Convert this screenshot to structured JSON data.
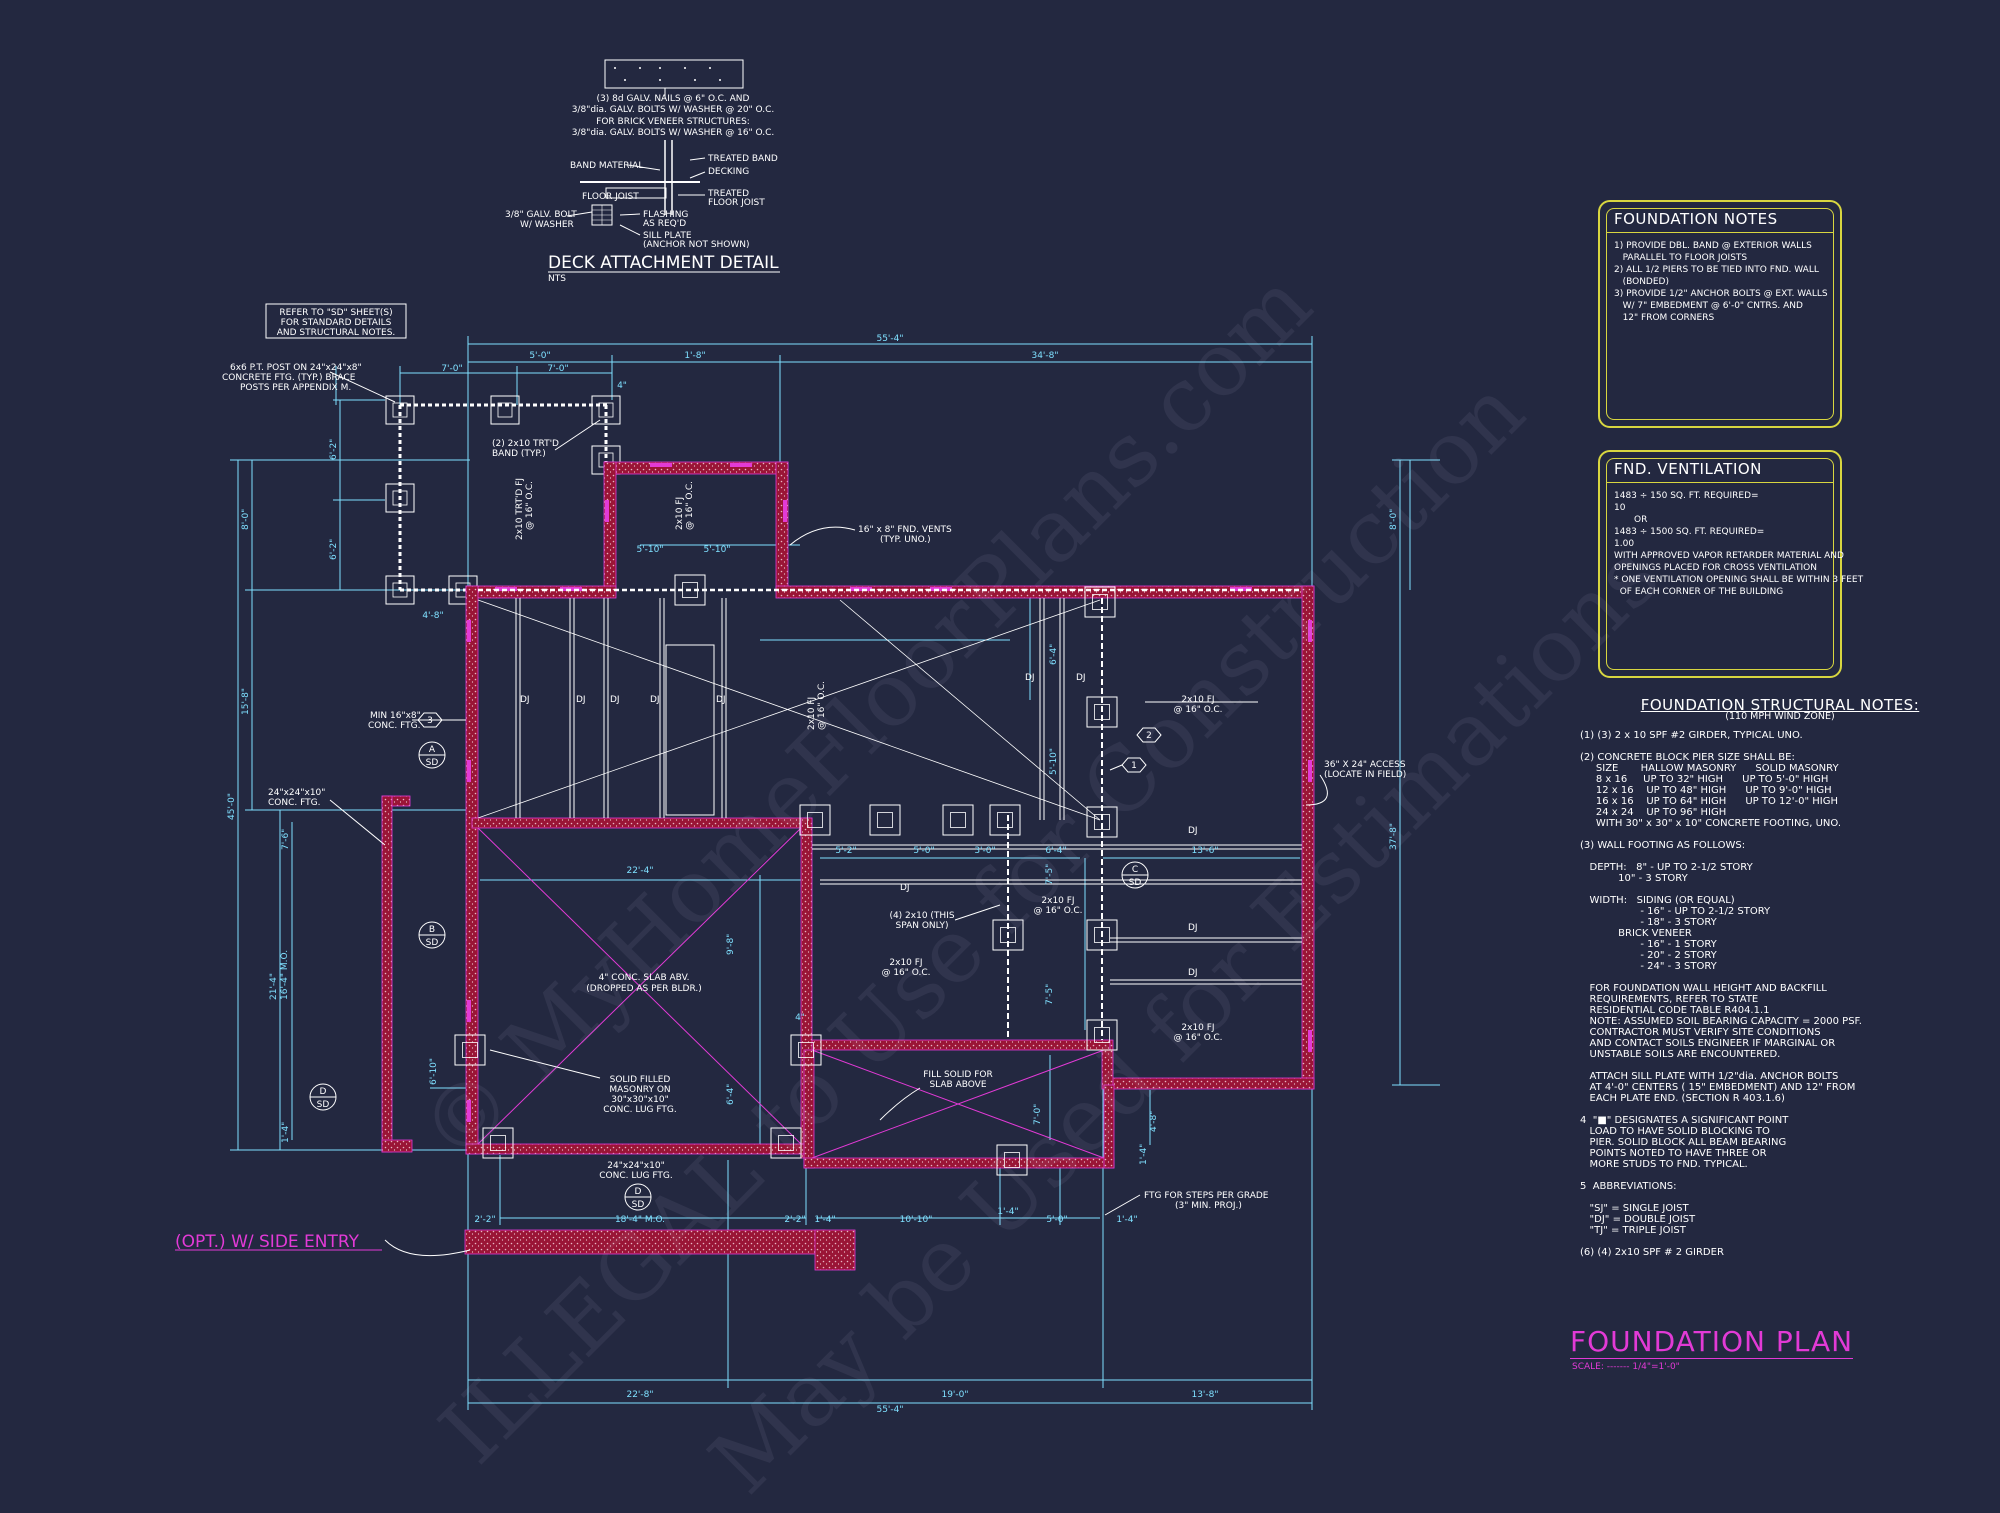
{
  "colors": {
    "background": "#232840",
    "wall": "#b0173c",
    "dimension": "#7fe0ff",
    "accent_magenta": "#e23ad6",
    "panel_border": "#d8d640",
    "line": "#ffffff"
  },
  "deck_detail": {
    "title": "DECK ATTACHMENT DETAIL",
    "scale": "NTS",
    "notes": [
      "(3) 8d GALV. NAILS @ 6\" O.C. AND",
      "3/8\"dia. GALV. BOLTS W/ WASHER @ 20\" O.C.",
      "FOR BRICK VENEER STRUCTURES:",
      "3/8\"dia. GALV. BOLTS W/ WASHER @ 16\" O.C."
    ],
    "labels": {
      "band_material": "BAND MATERIAL",
      "floor_joist": "FLOOR JOIST",
      "bolt": "3/8\" GALV. BOLT",
      "washer": "W/ WASHER",
      "treated_band": "TREATED BAND",
      "decking": "DECKING",
      "treated": "TREATED",
      "treated_joist": "FLOOR JOIST",
      "flashing": "FLASHING",
      "as_reqd": "AS REQ'D",
      "sill_plate": "SILL PLATE",
      "anchor": "(ANCHOR NOT SHOWN)"
    }
  },
  "plan_notes": {
    "refer_1": "REFER TO \"SD\" SHEET(S)",
    "refer_2": "FOR STANDARD DETAILS",
    "refer_3": "AND STRUCTURAL NOTES.",
    "post_1": "6x6 P.T. POST ON 24\"x24\"x8\"",
    "post_2": "CONCRETE FTG. (TYP.) BRACE",
    "post_3": "POSTS PER APPENDIX M.",
    "band_1": "(2) 2x10 TRT'D",
    "band_2": "BAND (TYP.)",
    "vents_1": "16\" x 8\" FND. VENTS",
    "vents_2": "(TYP. UNO.)",
    "ftg16_1": "MIN 16\"x8\"",
    "ftg16_2": "CONC. FTG.",
    "ftg24_1": "24\"x24\"x10\"",
    "ftg24_2": "CONC. FTG.",
    "slab_1": "4\" CONC. SLAB ABV.",
    "slab_2": "(DROPPED AS PER BLDR.)",
    "solid_1": "SOLID FILLED",
    "solid_2": "MASONRY ON",
    "solid_3": "30\"x30\"x10\"",
    "solid_4": "CONC. LUG FTG.",
    "lug_1": "24\"x24\"x10\"",
    "lug_2": "CONC. LUG FTG.",
    "fill_1": "FILL SOLID FOR",
    "fill_2": "SLAB ABOVE",
    "steps_1": "FTG FOR STEPS PER GRADE",
    "steps_2": "(3\" MIN. PROJ.)",
    "access_1": "36\" X 24\" ACCESS",
    "access_2": "(LOCATE IN FIELD)",
    "this_span_1": "(4) 2x10 (THIS",
    "this_span_2": "SPAN ONLY)",
    "fj_1": "2x10 FJ",
    "fj_2": "@ 16\" O.C.",
    "trtd_fj": "2x10 TRT'D FJ",
    "trtd_fj_2": "@ 16\" O.C.",
    "side_entry": "(OPT.) W/ SIDE ENTRY",
    "dj": "DJ",
    "mo_1": "18'-4\" M.O.",
    "mo_2": "16'-4\" M.O."
  },
  "dimensions": {
    "overall": "55'-4\"",
    "d_5_0": "5'-0\"",
    "d_1_8": "1'-8\"",
    "d_34_8": "34'-8\"",
    "d_7_0": "7'-0\"",
    "d_4": "4\"",
    "d_6_2": "6'-2\"",
    "d_8_0": "8'-0\"",
    "d_4_8": "4'-8\"",
    "d_5_10": "5'-10\"",
    "d_15_8": "15'-8\"",
    "d_45_0": "45'-0\"",
    "d_37_8": "37'-8\"",
    "d_21_4": "21'-4\"",
    "d_7_6": "7'-6\"",
    "d_22_4": "22'-4\"",
    "d_5_2": "5'-2\"",
    "d_3_0": "3'-0\"",
    "d_6_4": "6'-4\"",
    "d_13_6": "13'-6\"",
    "d_7_5": "7'-5\"",
    "d_6_10": "6'-10\"",
    "d_2_2": "2'-2\"",
    "d_10_10": "10'-10\"",
    "d_1_4": "1'-4\"",
    "d_22_8": "22'-8\"",
    "d_19_0": "19'-0\"",
    "d_13_8": "13'-8\"",
    "d_9_8": "9'-8\""
  },
  "section_markers": [
    {
      "letter": "A",
      "sheet": "SD"
    },
    {
      "letter": "B",
      "sheet": "SD"
    },
    {
      "letter": "C",
      "sheet": "SD"
    },
    {
      "letter": "D",
      "sheet": "SD"
    },
    {
      "letter": "D",
      "sheet": "SD"
    }
  ],
  "callouts": [
    "1",
    "2",
    "3"
  ],
  "foundation_notes": {
    "title": "FOUNDATION NOTES",
    "lines": [
      "1) PROVIDE DBL. BAND @ EXTERIOR WALLS",
      "   PARALLEL TO FLOOR JOISTS",
      "2) ALL 1/2 PIERS TO BE TIED INTO FND. WALL",
      "   (BONDED)",
      "3) PROVIDE 1/2\" ANCHOR BOLTS @ EXT. WALLS",
      "   W/ 7\" EMBEDMENT @ 6'-0\" CNTRS. AND",
      "   12\" FROM CORNERS"
    ]
  },
  "fnd_ventilation": {
    "title": "FND. VENTILATION",
    "lines": [
      "1483 ÷ 150 SQ. FT. REQUIRED=",
      "10",
      "       OR",
      "1483 ÷ 1500 SQ. FT. REQUIRED=",
      "1.00",
      "WITH APPROVED VAPOR RETARDER MATERIAL AND",
      "OPENINGS PLACED FOR CROSS VENTILATION",
      "",
      "* ONE VENTILATION OPENING SHALL BE WITHIN 3 FEET",
      "  OF EACH CORNER OF THE BUILDING"
    ]
  },
  "structural_notes": {
    "title": "FOUNDATION STRUCTURAL NOTES:",
    "subtitle": "(110 MPH WIND ZONE)",
    "lines": [
      "(1) (3) 2 x 10 SPF #2 GIRDER, TYPICAL UNO.",
      "",
      "(2) CONCRETE BLOCK PIER SIZE SHALL BE:",
      "     SIZE       HALLOW MASONRY      SOLID MASONRY",
      "     8 x 16     UP TO 32\" HIGH      UP TO 5'-0\" HIGH",
      "     12 x 16    UP TO 48\" HIGH      UP TO 9'-0\" HIGH",
      "     16 x 16    UP TO 64\" HIGH      UP TO 12'-0\" HIGH",
      "     24 x 24    UP TO 96\" HIGH",
      "     WITH 30\" x 30\" x 10\" CONCRETE FOOTING, UNO.",
      "",
      "(3) WALL FOOTING AS FOLLOWS:",
      "",
      "   DEPTH:   8\" - UP TO 2-1/2 STORY",
      "            10\" - 3 STORY",
      "",
      "   WIDTH:   SIDING (OR EQUAL)",
      "                   - 16\" - UP TO 2-1/2 STORY",
      "                   - 18\" - 3 STORY",
      "            BRICK VENEER",
      "                   - 16\" - 1 STORY",
      "                   - 20\" - 2 STORY",
      "                   - 24\" - 3 STORY",
      "",
      "   FOR FOUNDATION WALL HEIGHT AND BACKFILL",
      "   REQUIREMENTS, REFER TO STATE",
      "   RESIDENTIAL CODE TABLE R404.1.1",
      "   NOTE: ASSUMED SOIL BEARING CAPACITY = 2000 PSF.",
      "   CONTRACTOR MUST VERIFY SITE CONDITIONS",
      "   AND CONTACT SOILS ENGINEER IF MARGINAL OR",
      "   UNSTABLE SOILS ARE ENCOUNTERED.",
      "",
      "   ATTACH SILL PLATE WITH 1/2\"dia. ANCHOR BOLTS",
      "   AT 4'-0\" CENTERS ( 15\" EMBEDMENT) AND 12\" FROM",
      "   EACH PLATE END. (SECTION R 403.1.6)",
      "",
      "4  \"■\" DESIGNATES A SIGNIFICANT POINT",
      "   LOAD TO HAVE SOLID BLOCKING TO",
      "   PIER. SOLID BLOCK ALL BEAM BEARING",
      "   POINTS NOTED TO HAVE THREE OR",
      "   MORE STUDS TO FND. TYPICAL.",
      "",
      "5  ABBREVIATIONS:",
      "",
      "   \"SJ\" = SINGLE JOIST",
      "   \"DJ\" = DOUBLE JOIST",
      "   \"TJ\" = TRIPLE JOIST",
      "",
      "(6) (4) 2x10 SPF # 2 GIRDER"
    ]
  },
  "plan_title": {
    "title": "FOUNDATION PLAN",
    "scale": "SCALE: ------- 1/4\"=1'-0\""
  },
  "watermark": [
    "© MyHomeFloorPlans.com",
    "ILLEGAL to Use for Construction",
    "May be Used for Estimations"
  ]
}
